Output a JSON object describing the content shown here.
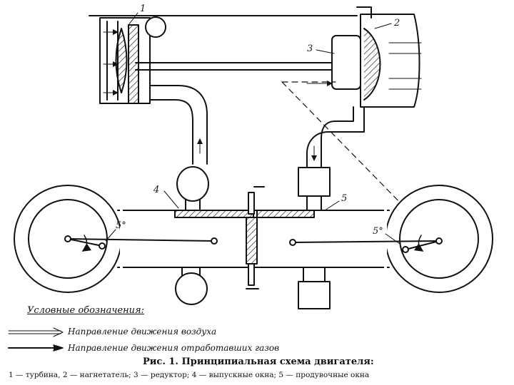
{
  "labels": {
    "n1": "1",
    "n2": "2",
    "n3": "3",
    "n4": "4",
    "n5": "5",
    "angle_left": "5°",
    "angle_right": "5°"
  },
  "legend": {
    "title": "Условные обозначения:",
    "air": "Направление движения воздуха",
    "exhaust": "Направление движения отработавших газов"
  },
  "caption": {
    "title": "Рис. 1. Принципиальная схема двигателя:",
    "explanation": "1 — турбина, 2 — нагнетатель; 3 — редуктор; 4 — выпускные окна; 5 — продувочные окна"
  }
}
